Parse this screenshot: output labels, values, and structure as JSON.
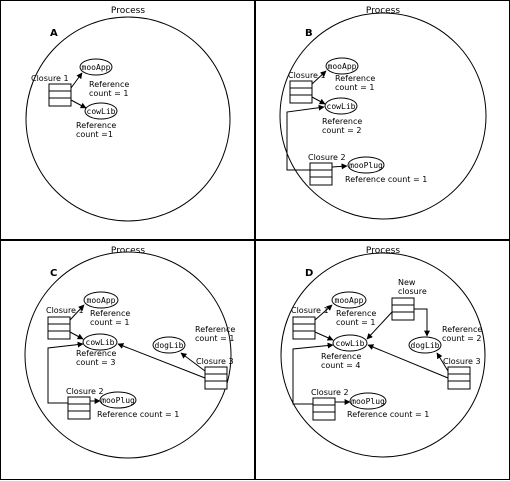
{
  "panels": [
    {
      "id": "A",
      "process_label": "Process",
      "closures": [
        {
          "key": "c1",
          "label": "Closure 1"
        }
      ],
      "libraries": [
        {
          "key": "mooApp",
          "name": "mooApp",
          "refcount_lines": [
            "Reference",
            "count = 1"
          ]
        },
        {
          "key": "cowLib",
          "name": "cowLib",
          "refcount_lines": [
            "Reference",
            "count =1"
          ]
        }
      ]
    },
    {
      "id": "B",
      "process_label": "Process",
      "closures": [
        {
          "key": "c1",
          "label": "Closure 1"
        },
        {
          "key": "c2",
          "label": "Closure 2"
        }
      ],
      "libraries": [
        {
          "key": "mooApp",
          "name": "mooApp",
          "refcount_lines": [
            "Reference",
            "count = 1"
          ]
        },
        {
          "key": "cowLib",
          "name": "cowLib",
          "refcount_lines": [
            "Reference",
            "count = 2"
          ]
        },
        {
          "key": "mooPlug",
          "name": "mooPlug",
          "refcount_lines": [
            "Reference count = 1"
          ]
        }
      ]
    },
    {
      "id": "C",
      "process_label": "Process",
      "closures": [
        {
          "key": "c1",
          "label": "Closure 1"
        },
        {
          "key": "c2",
          "label": "Closure 2"
        },
        {
          "key": "c3",
          "label": "Closure 3"
        }
      ],
      "libraries": [
        {
          "key": "mooApp",
          "name": "mooApp",
          "refcount_lines": [
            "Reference",
            "count = 1"
          ]
        },
        {
          "key": "cowLib",
          "name": "cowLib",
          "refcount_lines": [
            "Reference",
            "count = 3"
          ]
        },
        {
          "key": "mooPlug",
          "name": "mooPlug",
          "refcount_lines": [
            "Reference count = 1"
          ]
        },
        {
          "key": "dogLib",
          "name": "dogLib",
          "refcount_lines": [
            "Reference",
            "count = 1"
          ]
        }
      ]
    },
    {
      "id": "D",
      "process_label": "Process",
      "closures": [
        {
          "key": "c1",
          "label": "Closure 1"
        },
        {
          "key": "c2",
          "label": "Closure 2"
        },
        {
          "key": "c3",
          "label": "Closure 3"
        },
        {
          "key": "cNew",
          "label_lines": [
            "New",
            "closure"
          ]
        }
      ],
      "libraries": [
        {
          "key": "mooApp",
          "name": "mooApp",
          "refcount_lines": [
            "Reference",
            "count = 1"
          ]
        },
        {
          "key": "cowLib",
          "name": "cowLib",
          "refcount_lines": [
            "Reference",
            "count = 4"
          ]
        },
        {
          "key": "mooPlug",
          "name": "mooPlug",
          "refcount_lines": [
            "Reference count = 1"
          ]
        },
        {
          "key": "dogLib",
          "name": "dogLib",
          "refcount_lines": [
            "Reference",
            "count = 2"
          ]
        }
      ]
    }
  ]
}
